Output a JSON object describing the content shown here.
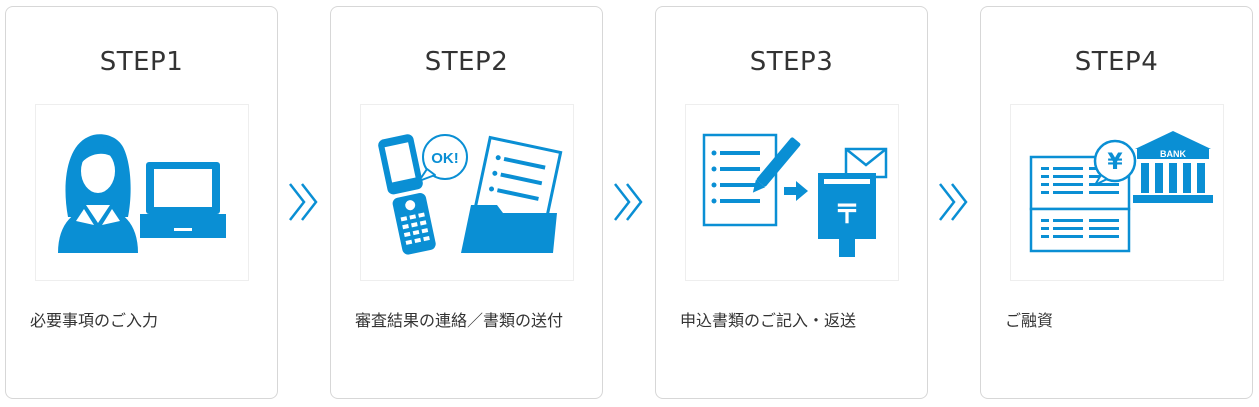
{
  "steps": [
    {
      "title": "STEP1",
      "description": "必要事項のご入力"
    },
    {
      "title": "STEP2",
      "description": "審査結果の連絡／書類の送付",
      "bubble_text": "OK!"
    },
    {
      "title": "STEP3",
      "description": "申込書類のご記入・返送",
      "postbox_mark": "〒"
    },
    {
      "title": "STEP4",
      "description": "ご融資",
      "bank_text": "BANK",
      "yen_symbol": "¥"
    }
  ],
  "icons": {
    "step1": "person-laptop-icon",
    "step2": "phone-documents-icon",
    "step3": "form-mail-postbox-icon",
    "step4": "bank-money-icon",
    "arrow": "double-chevron-right-icon"
  },
  "colors": {
    "accent": "#0a8fd4",
    "border": "#d7d7d7",
    "text": "#333333"
  }
}
